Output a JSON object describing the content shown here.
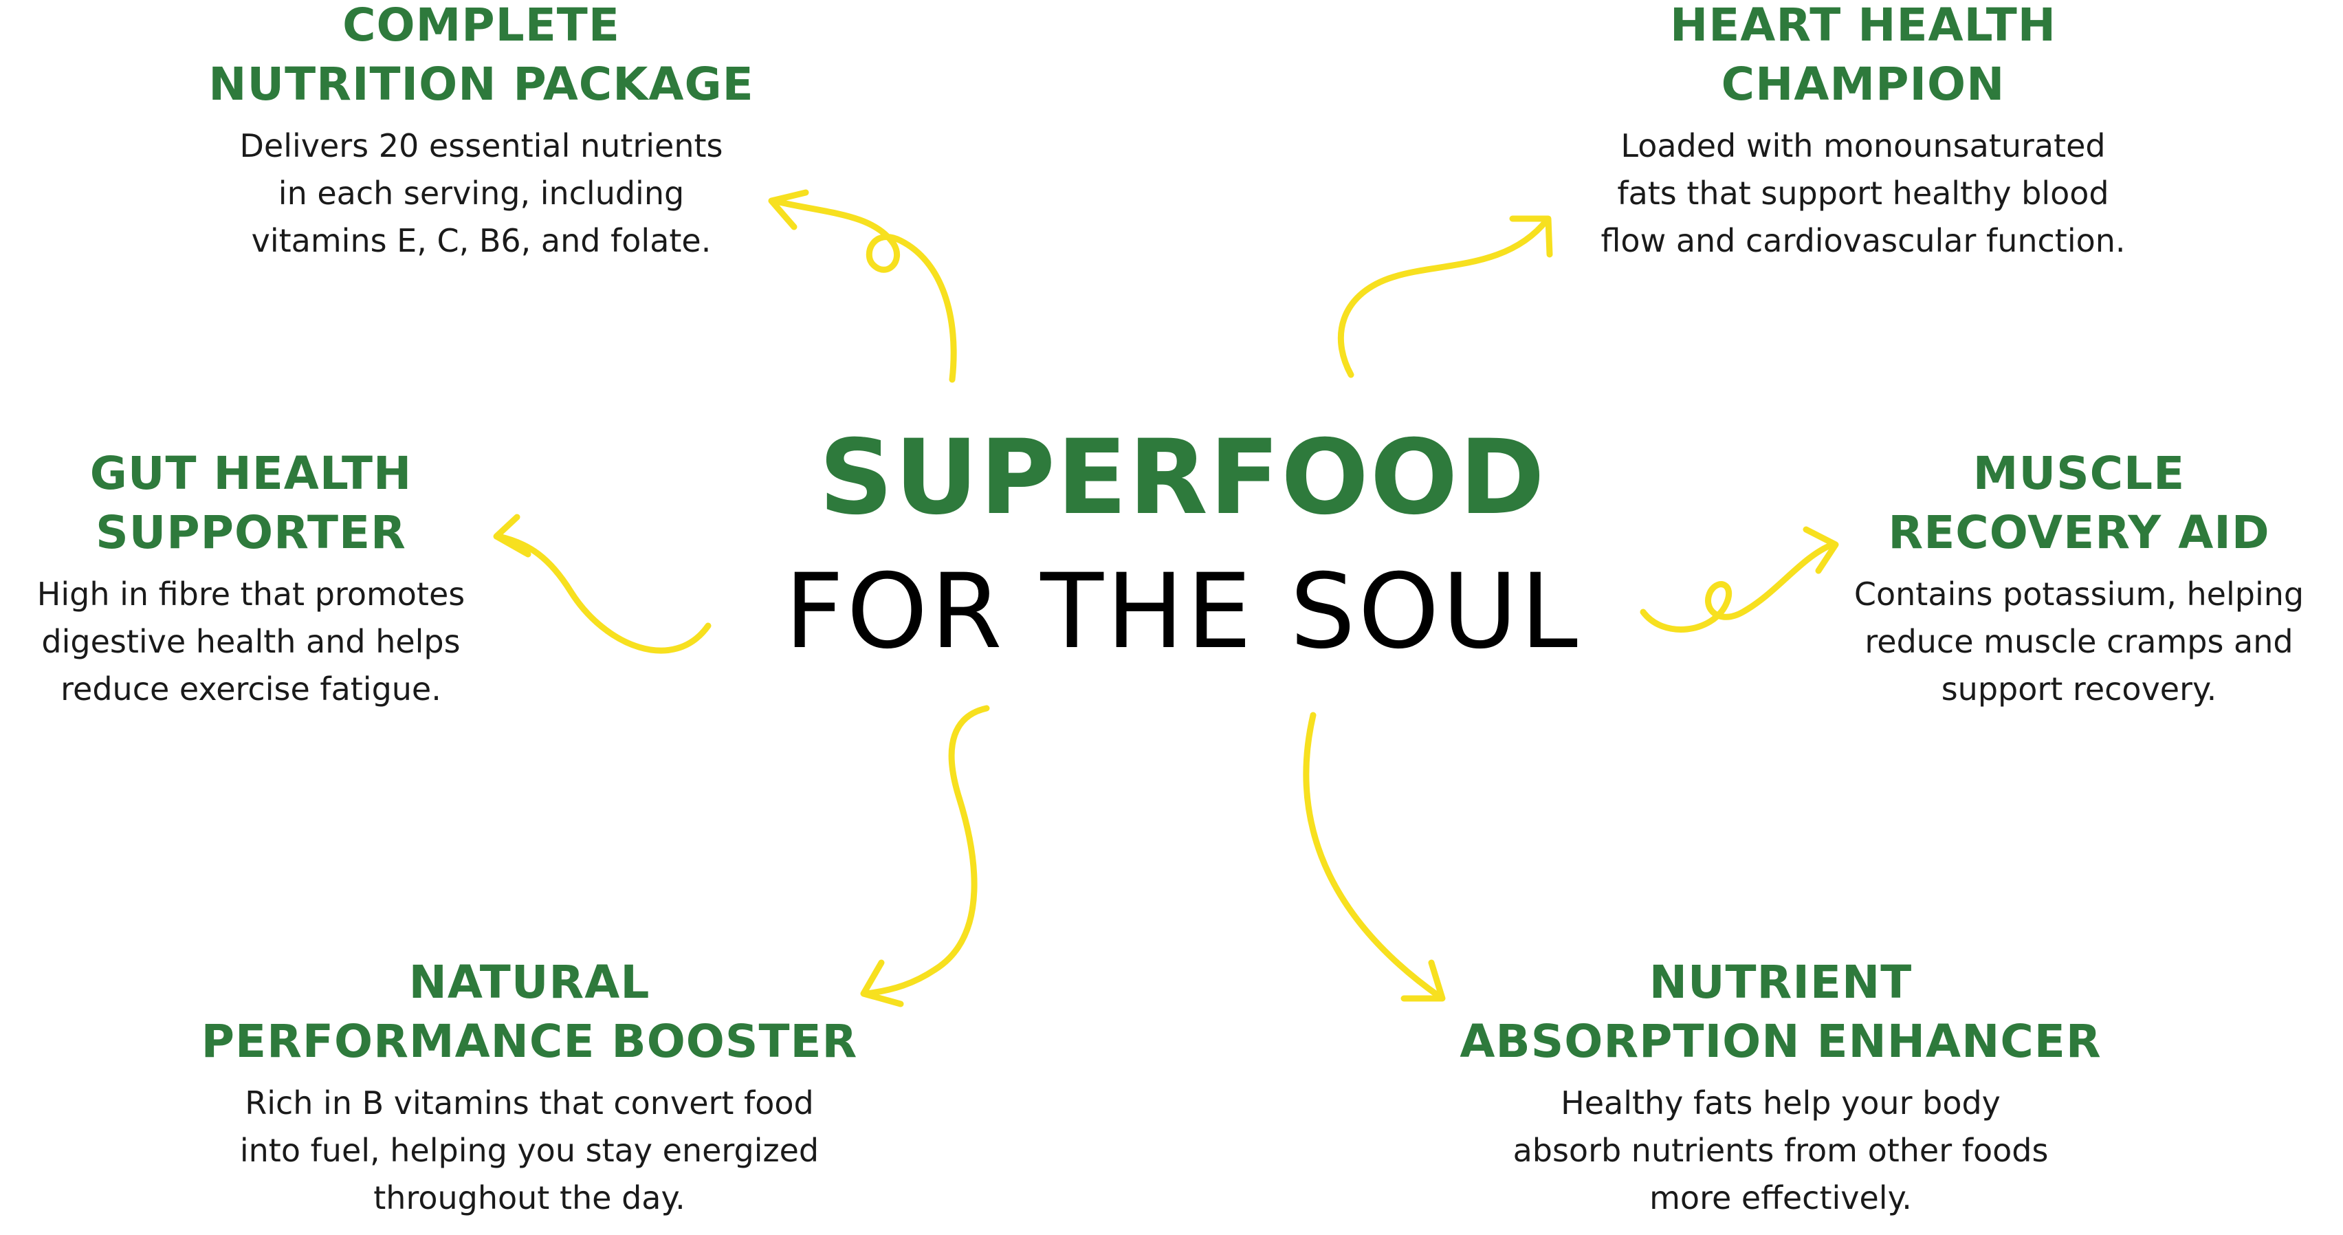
{
  "colors": {
    "heading_green": "#2e7a3c",
    "arrow_yellow": "#f7e01f",
    "body_text": "#1a1a1a"
  },
  "center": {
    "title": "SUPERFOOD",
    "subtitle": "FOR THE SOUL"
  },
  "benefits": {
    "nutrition": {
      "heading": [
        "COMPLETE",
        "NUTRITION PACKAGE"
      ],
      "description": [
        "Delivers 20 essential nutrients",
        "in each serving, including",
        "vitamins E, C, B6, and folate."
      ]
    },
    "heart": {
      "heading": [
        "HEART HEALTH",
        "CHAMPION"
      ],
      "description": [
        "Loaded with monounsaturated",
        "fats that support healthy blood",
        "flow and cardiovascular function."
      ]
    },
    "gut": {
      "heading": [
        "GUT HEALTH",
        "SUPPORTER"
      ],
      "description": [
        "High in fibre that promotes",
        "digestive health and helps",
        "reduce exercise fatigue."
      ]
    },
    "muscle": {
      "heading": [
        "MUSCLE",
        "RECOVERY AID"
      ],
      "description": [
        "Contains potassium, helping",
        "reduce muscle cramps and",
        "support recovery."
      ]
    },
    "performance": {
      "heading": [
        "NATURAL",
        "PERFORMANCE BOOSTER"
      ],
      "description": [
        "Rich in B vitamins that convert food",
        "into fuel, helping you stay energized",
        "throughout the day."
      ]
    },
    "absorption": {
      "heading": [
        "NUTRIENT",
        "ABSORPTION ENHANCER"
      ],
      "description": [
        "Healthy fats help your body",
        "absorb nutrients from other foods",
        "more effectively."
      ]
    }
  }
}
